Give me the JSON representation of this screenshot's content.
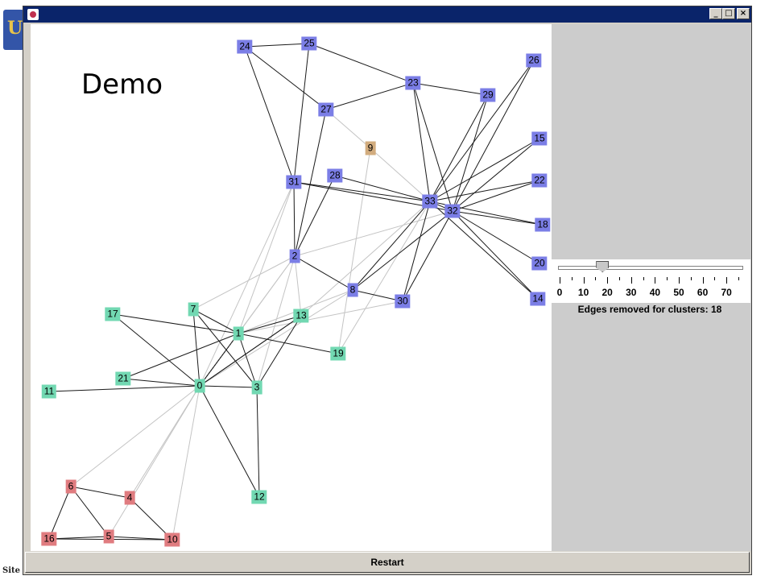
{
  "slide": {
    "logo_text": "U",
    "footer_text": "Site"
  },
  "window": {
    "title": "",
    "controls": {
      "minimize": "_",
      "maximize": "□",
      "close": "×"
    }
  },
  "canvas": {
    "title": "Demo"
  },
  "graph": {
    "nodes": [
      {
        "id": "24",
        "group": "purple"
      },
      {
        "id": "25",
        "group": "purple"
      },
      {
        "id": "26",
        "group": "purple"
      },
      {
        "id": "23",
        "group": "purple"
      },
      {
        "id": "29",
        "group": "purple"
      },
      {
        "id": "27",
        "group": "purple"
      },
      {
        "id": "9",
        "group": "tan"
      },
      {
        "id": "15",
        "group": "purple"
      },
      {
        "id": "31",
        "group": "purple"
      },
      {
        "id": "28",
        "group": "purple"
      },
      {
        "id": "22",
        "group": "purple"
      },
      {
        "id": "33",
        "group": "purple"
      },
      {
        "id": "32",
        "group": "purple"
      },
      {
        "id": "18",
        "group": "purple"
      },
      {
        "id": "2",
        "group": "purple"
      },
      {
        "id": "20",
        "group": "purple"
      },
      {
        "id": "8",
        "group": "purple"
      },
      {
        "id": "30",
        "group": "purple"
      },
      {
        "id": "14",
        "group": "purple"
      },
      {
        "id": "17",
        "group": "teal"
      },
      {
        "id": "7",
        "group": "teal"
      },
      {
        "id": "13",
        "group": "teal"
      },
      {
        "id": "1",
        "group": "teal"
      },
      {
        "id": "19",
        "group": "teal"
      },
      {
        "id": "21",
        "group": "teal"
      },
      {
        "id": "0",
        "group": "teal"
      },
      {
        "id": "3",
        "group": "teal"
      },
      {
        "id": "11",
        "group": "teal"
      },
      {
        "id": "6",
        "group": "red"
      },
      {
        "id": "4",
        "group": "red"
      },
      {
        "id": "12",
        "group": "teal"
      },
      {
        "id": "16",
        "group": "red"
      },
      {
        "id": "5",
        "group": "red"
      },
      {
        "id": "10",
        "group": "red"
      }
    ],
    "colors": {
      "purple": "#7b7ee6",
      "teal": "#72d8b2",
      "red": "#e07c80",
      "tan": "#d2ac7e",
      "edge_active": "#1a1a1a",
      "edge_removed": "#c4c4c4"
    },
    "edges_active": [
      [
        "24",
        "25"
      ],
      [
        "24",
        "31"
      ],
      [
        "24",
        "27"
      ],
      [
        "25",
        "23"
      ],
      [
        "25",
        "31"
      ],
      [
        "27",
        "23"
      ],
      [
        "23",
        "29"
      ],
      [
        "23",
        "33"
      ],
      [
        "23",
        "32"
      ],
      [
        "29",
        "33"
      ],
      [
        "29",
        "32"
      ],
      [
        "26",
        "33"
      ],
      [
        "26",
        "32"
      ],
      [
        "27",
        "2"
      ],
      [
        "31",
        "33"
      ],
      [
        "31",
        "32"
      ],
      [
        "28",
        "33"
      ],
      [
        "28",
        "2"
      ],
      [
        "31",
        "2"
      ],
      [
        "15",
        "33"
      ],
      [
        "15",
        "32"
      ],
      [
        "22",
        "33"
      ],
      [
        "22",
        "32"
      ],
      [
        "18",
        "33"
      ],
      [
        "18",
        "32"
      ],
      [
        "20",
        "32"
      ],
      [
        "14",
        "32"
      ],
      [
        "14",
        "33"
      ],
      [
        "2",
        "8"
      ],
      [
        "8",
        "33"
      ],
      [
        "8",
        "32"
      ],
      [
        "8",
        "30"
      ],
      [
        "30",
        "33"
      ],
      [
        "30",
        "32"
      ],
      [
        "33",
        "32"
      ],
      [
        "0",
        "17"
      ],
      [
        "0",
        "7"
      ],
      [
        "0",
        "1"
      ],
      [
        "0",
        "21"
      ],
      [
        "0",
        "11"
      ],
      [
        "0",
        "3"
      ],
      [
        "0",
        "12"
      ],
      [
        "0",
        "13"
      ],
      [
        "1",
        "7"
      ],
      [
        "1",
        "17"
      ],
      [
        "1",
        "19"
      ],
      [
        "1",
        "21"
      ],
      [
        "1",
        "3"
      ],
      [
        "1",
        "13"
      ],
      [
        "7",
        "3"
      ],
      [
        "13",
        "3"
      ],
      [
        "13",
        "0"
      ],
      [
        "6",
        "4"
      ],
      [
        "6",
        "16"
      ],
      [
        "6",
        "5"
      ],
      [
        "4",
        "10"
      ],
      [
        "16",
        "5"
      ],
      [
        "16",
        "10"
      ],
      [
        "5",
        "10"
      ],
      [
        "3",
        "12"
      ]
    ],
    "edges_removed": [
      [
        "27",
        "9"
      ],
      [
        "9",
        "33"
      ],
      [
        "9",
        "19"
      ],
      [
        "31",
        "0"
      ],
      [
        "2",
        "0"
      ],
      [
        "2",
        "1"
      ],
      [
        "2",
        "7"
      ],
      [
        "2",
        "13"
      ],
      [
        "2",
        "3"
      ],
      [
        "2",
        "32"
      ],
      [
        "13",
        "33"
      ],
      [
        "8",
        "1"
      ],
      [
        "8",
        "0"
      ],
      [
        "30",
        "1"
      ],
      [
        "19",
        "33"
      ],
      [
        "31",
        "1"
      ],
      [
        "0",
        "6"
      ],
      [
        "0",
        "4"
      ],
      [
        "0",
        "5"
      ],
      [
        "0",
        "10"
      ]
    ],
    "edges_dotted": [
      [
        "1",
        "0"
      ]
    ]
  },
  "slider": {
    "ticks": [
      "0",
      "10",
      "20",
      "30",
      "40",
      "50",
      "60",
      "70"
    ],
    "min": 0,
    "max": 78,
    "value": 18,
    "caption": "Edges removed for clusters: 18"
  },
  "restart_label": "Restart"
}
